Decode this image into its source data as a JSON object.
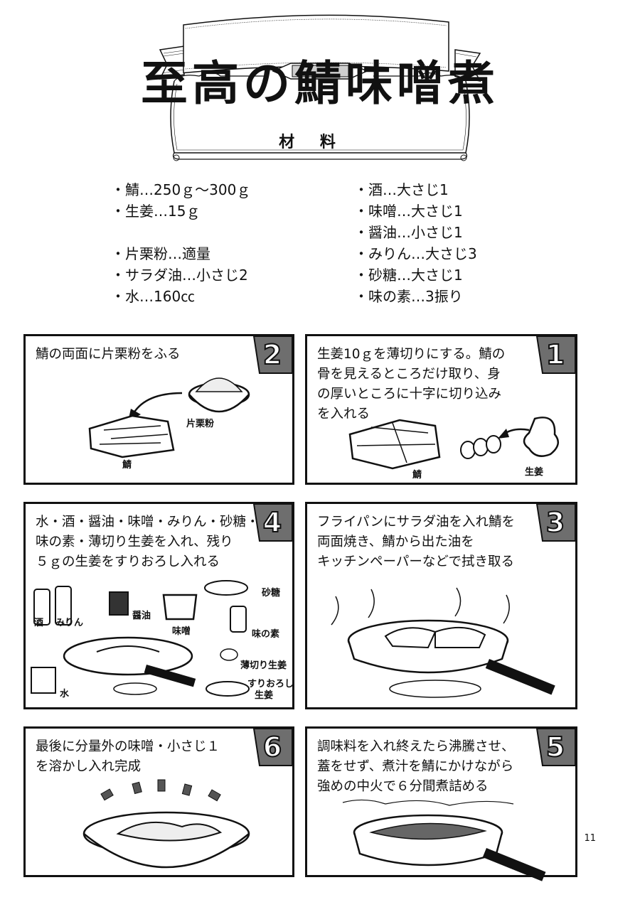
{
  "title": "至高の鯖味噌煮",
  "materials_label": "材 料",
  "ingredients": {
    "left": [
      "・鯖…250ｇ～300ｇ",
      "・生姜…15ｇ",
      "",
      "・片栗粉…適量",
      "・サラダ油…小さじ2",
      "・水…160㏄"
    ],
    "right": [
      "・酒…大さじ1",
      "・味噌…大さじ1",
      "・醤油…小さじ1",
      "・みりん…大さじ3",
      "・砂糖…大さじ1",
      "・味の素…3振り"
    ]
  },
  "steps": [
    {
      "number": "1",
      "lines": [
        "生姜10ｇを薄切りにする。鯖の",
        "骨を見えるところだけ取り、身",
        "の厚いところに十字に切り込み",
        "を入れる"
      ],
      "labels": [
        "鯖",
        "生姜"
      ]
    },
    {
      "number": "2",
      "lines": [
        "鯖の両面に片栗粉をふる"
      ],
      "labels": [
        "片栗粉",
        "鯖"
      ]
    },
    {
      "number": "3",
      "lines": [
        "フライパンにサラダ油を入れ鯖を",
        "両面焼き、鯖から出た油を",
        "キッチンペーパーなどで拭き取る"
      ]
    },
    {
      "number": "4",
      "lines": [
        "水・酒・醤油・味噌・みりん・砂糖・",
        "味の素・薄切り生姜を入れ、残り",
        "５ｇの生姜をすりおろし入れる"
      ],
      "labels": [
        "砂糖",
        "醤油",
        "味噌",
        "味の素",
        "酒",
        "みりん",
        "薄切り生姜",
        "すりおろし",
        "生姜",
        "水"
      ]
    },
    {
      "number": "5",
      "lines": [
        "調味料を入れ終えたら沸騰させ、",
        "蓋をせず、煮汁を鯖にかけながら",
        "強めの中火で６分間煮詰める"
      ]
    },
    {
      "number": "6",
      "lines": [
        "最後に分量外の味噌・小さじ１",
        "を溶かし入れ完成"
      ]
    }
  ],
  "page_number": "11"
}
